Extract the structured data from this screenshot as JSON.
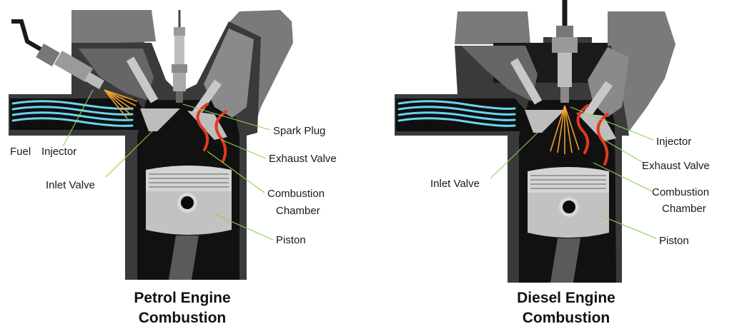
{
  "petrol": {
    "labels": {
      "fuel_injector_line1": "Fuel",
      "fuel_injector_line2": "Injector",
      "spark_plug": "Spark Plug",
      "exhaust_valve": "Exhaust Valve",
      "combustion_chamber_line1": "Combustion",
      "combustion_chamber_line2": "Chamber",
      "inlet_valve": "Inlet Valve",
      "piston": "Piston"
    },
    "title_line1": "Petrol Engine",
    "title_line2": "Combustion"
  },
  "diesel": {
    "labels": {
      "injector": "Injector",
      "exhaust_valve": "Exhaust Valve",
      "combustion_chamber_line1": "Combustion",
      "combustion_chamber_line2": "Chamber",
      "inlet_valve": "Inlet Valve",
      "piston": "Piston"
    },
    "title_line1": "Diesel Engine",
    "title_line2": "Combustion"
  },
  "colors": {
    "engine_block": "#3a3a3a",
    "chamber": "#111111",
    "ports": "#808080",
    "piston": "#c8c8c8",
    "air_flow": "#6ad4f0",
    "flame": "#e2381f",
    "leader_line": "#8fd14f"
  }
}
